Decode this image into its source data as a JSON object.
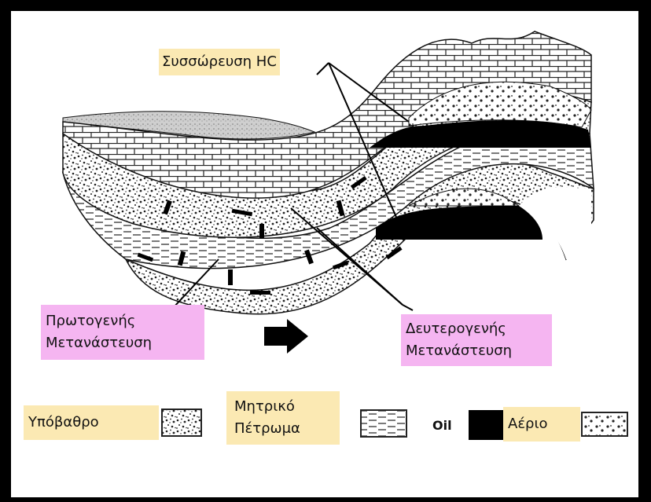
{
  "labels": {
    "accumulation": "Συσσώρευση HC",
    "primary": [
      "Πρωτογενής",
      "Μετανάστευση"
    ],
    "secondary": [
      "Δευτερογενής",
      "Μετανάστευση"
    ]
  },
  "legend": {
    "basement": "Υπόβαθρο",
    "source_rock": [
      "Μητρικό",
      "Πέτρωμα"
    ],
    "oil": "Oil",
    "gas": "Αέριο"
  },
  "colors": {
    "yellow_label": "#fbe9b3",
    "pink_label": "#f5b5f1",
    "rock": "#111111"
  },
  "icons": {
    "direction": "right-arrow-icon"
  }
}
